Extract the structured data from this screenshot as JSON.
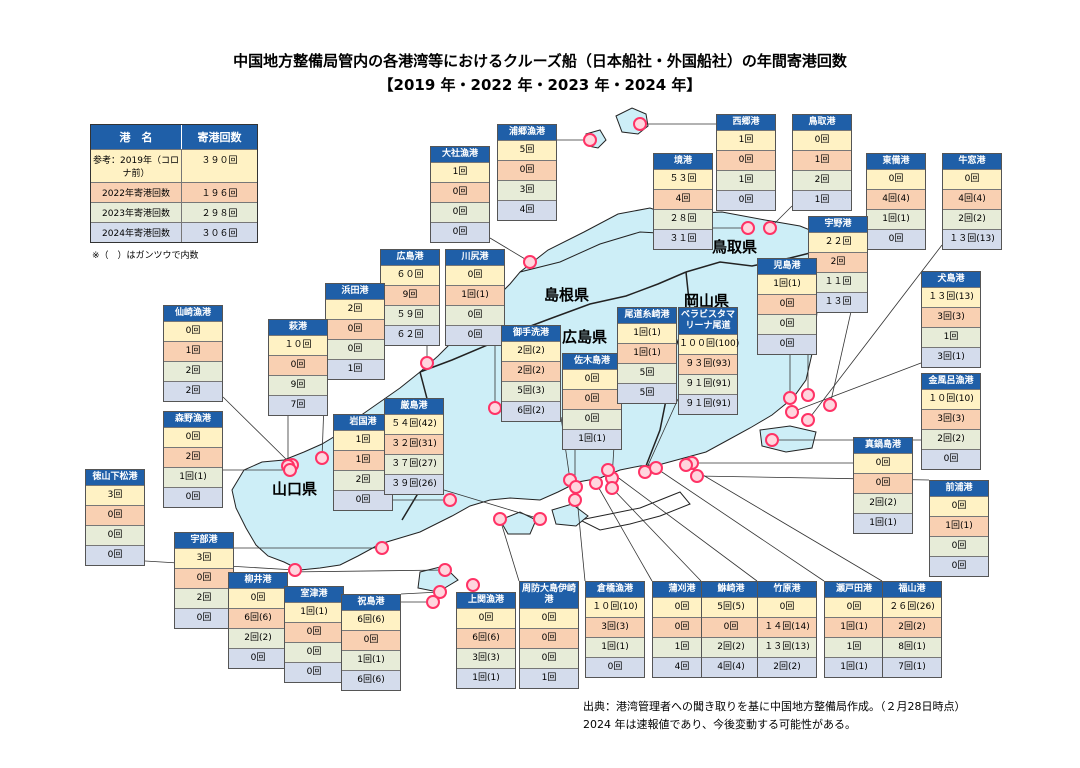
{
  "title_line1": "中国地方整備局管内の各港湾等におけるクルーズ船（日本船社・外国船社）の年間寄港回数",
  "title_line2": "【2019 年・2022 年・2023 年・2024 年】",
  "legend": {
    "header_port": "港　名",
    "header_count": "寄港回数",
    "rows": [
      {
        "label": "参考：2019年（コロナ前）",
        "value": "３９０回"
      },
      {
        "label": "2022年寄港回数",
        "value": "１９６回"
      },
      {
        "label": "2023年寄港回数",
        "value": "２９８回"
      },
      {
        "label": "2024年寄港回数",
        "value": "３０６回"
      }
    ],
    "note": "※（　）はガンツウで内数"
  },
  "prefectures": [
    "鳥取県",
    "島根県",
    "岡山県",
    "広島県",
    "山口県"
  ],
  "source_line1": "出典：港湾管理者への聞き取りを基に中国地方整備局作成。（２月28日時点）",
  "source_line2": "2024 年は速報値であり、今後変動する可能性がある。",
  "colors": {
    "header": "#1f5fa8",
    "y2019": "#fff2c4",
    "y2022": "#f9d0b2",
    "y2023": "#e7ecd8",
    "y2024": "#d4dcec",
    "land": "#cdeef7",
    "marker": "#ff3366"
  },
  "ports": [
    {
      "name": "浦郷漁港",
      "v": [
        "5回",
        "0回",
        "3回",
        "4回"
      ]
    },
    {
      "name": "大社漁港",
      "v": [
        "1回",
        "0回",
        "0回",
        "0回"
      ]
    },
    {
      "name": "西郷港",
      "v": [
        "1回",
        "0回",
        "1回",
        "0回"
      ]
    },
    {
      "name": "鳥取港",
      "v": [
        "0回",
        "1回",
        "2回",
        "1回"
      ]
    },
    {
      "name": "境港",
      "v": [
        "５３回",
        "4回",
        "２８回",
        "３１回"
      ]
    },
    {
      "name": "東備港",
      "v": [
        "0回",
        "4回(4)",
        "1回(1)",
        "0回"
      ]
    },
    {
      "name": "牛窓港",
      "v": [
        "0回",
        "4回(4)",
        "2回(2)",
        "１３回(13)"
      ]
    },
    {
      "name": "宇野港",
      "v": [
        "２２回",
        "2回",
        "１１回",
        "１３回"
      ]
    },
    {
      "name": "児島港",
      "v": [
        "1回(1)",
        "0回",
        "0回",
        "0回"
      ]
    },
    {
      "name": "犬島港",
      "v": [
        "１３回(13)",
        "3回(3)",
        "1回",
        "3回(1)"
      ]
    },
    {
      "name": "金風呂漁港",
      "v": [
        "１０回(10)",
        "3回(3)",
        "2回(2)",
        "0回"
      ]
    },
    {
      "name": "広島港",
      "v": [
        "６０回",
        "9回",
        "５９回",
        "６２回"
      ]
    },
    {
      "name": "川尻港",
      "v": [
        "0回",
        "1回(1)",
        "0回",
        "0回"
      ]
    },
    {
      "name": "浜田港",
      "v": [
        "2回",
        "0回",
        "0回",
        "1回"
      ]
    },
    {
      "name": "仙崎漁港",
      "v": [
        "0回",
        "1回",
        "2回",
        "2回"
      ]
    },
    {
      "name": "萩港",
      "v": [
        "１０回",
        "0回",
        "9回",
        "7回"
      ]
    },
    {
      "name": "御手洗港",
      "v": [
        "2回(2)",
        "2回(2)",
        "5回(3)",
        "6回(2)"
      ]
    },
    {
      "name": "佐木島港",
      "v": [
        "0回",
        "0回",
        "0回",
        "1回(1)"
      ]
    },
    {
      "name": "尾道糸崎港",
      "v": [
        "1回(1)",
        "1回(1)",
        "5回",
        "5回"
      ]
    },
    {
      "name": "ベラビスタマリーナ尾道",
      "v": [
        "１００回(100)",
        "９３回(93)",
        "９１回(91)",
        "９１回(91)"
      ]
    },
    {
      "name": "森野漁港",
      "v": [
        "0回",
        "2回",
        "1回(1)",
        "0回"
      ]
    },
    {
      "name": "岩国港",
      "v": [
        "1回",
        "1回",
        "2回",
        "0回"
      ]
    },
    {
      "name": "厳島港",
      "v": [
        "５４回(42)",
        "３２回(31)",
        "３７回(27)",
        "３９回(26)"
      ]
    },
    {
      "name": "真鍋島港",
      "v": [
        "0回",
        "0回",
        "2回(2)",
        "1回(1)"
      ]
    },
    {
      "name": "前浦港",
      "v": [
        "0回",
        "1回(1)",
        "0回",
        "0回"
      ]
    },
    {
      "name": "徳山下松港",
      "v": [
        "3回",
        "0回",
        "0回",
        "0回"
      ]
    },
    {
      "name": "宇部港",
      "v": [
        "3回",
        "0回",
        "2回",
        "0回"
      ]
    },
    {
      "name": "柳井港",
      "v": [
        "0回",
        "6回(6)",
        "2回(2)",
        "0回"
      ]
    },
    {
      "name": "室津港",
      "v": [
        "1回(1)",
        "0回",
        "0回",
        "0回"
      ]
    },
    {
      "name": "祝島港",
      "v": [
        "6回(6)",
        "0回",
        "1回(1)",
        "6回(6)"
      ]
    },
    {
      "name": "上関漁港",
      "v": [
        "0回",
        "6回(6)",
        "3回(3)",
        "1回(1)"
      ]
    },
    {
      "name": "周防大島伊崎港",
      "v": [
        "0回",
        "0回",
        "0回",
        "1回"
      ]
    },
    {
      "name": "倉橋漁港",
      "v": [
        "１０回(10)",
        "3回(3)",
        "1回(1)",
        "0回"
      ]
    },
    {
      "name": "蒲刈港",
      "v": [
        "0回",
        "0回",
        "1回",
        "4回"
      ]
    },
    {
      "name": "鮴崎港",
      "v": [
        "5回(5)",
        "0回",
        "2回(2)",
        "4回(4)"
      ]
    },
    {
      "name": "竹原港",
      "v": [
        "0回",
        "１４回(14)",
        "１３回(13)",
        "2回(2)"
      ]
    },
    {
      "name": "瀬戸田港",
      "v": [
        "0回",
        "1回(1)",
        "1回",
        "1回(1)"
      ]
    },
    {
      "name": "福山港",
      "v": [
        "２６回(26)",
        "2回(2)",
        "8回(1)",
        "7回(1)"
      ]
    }
  ]
}
